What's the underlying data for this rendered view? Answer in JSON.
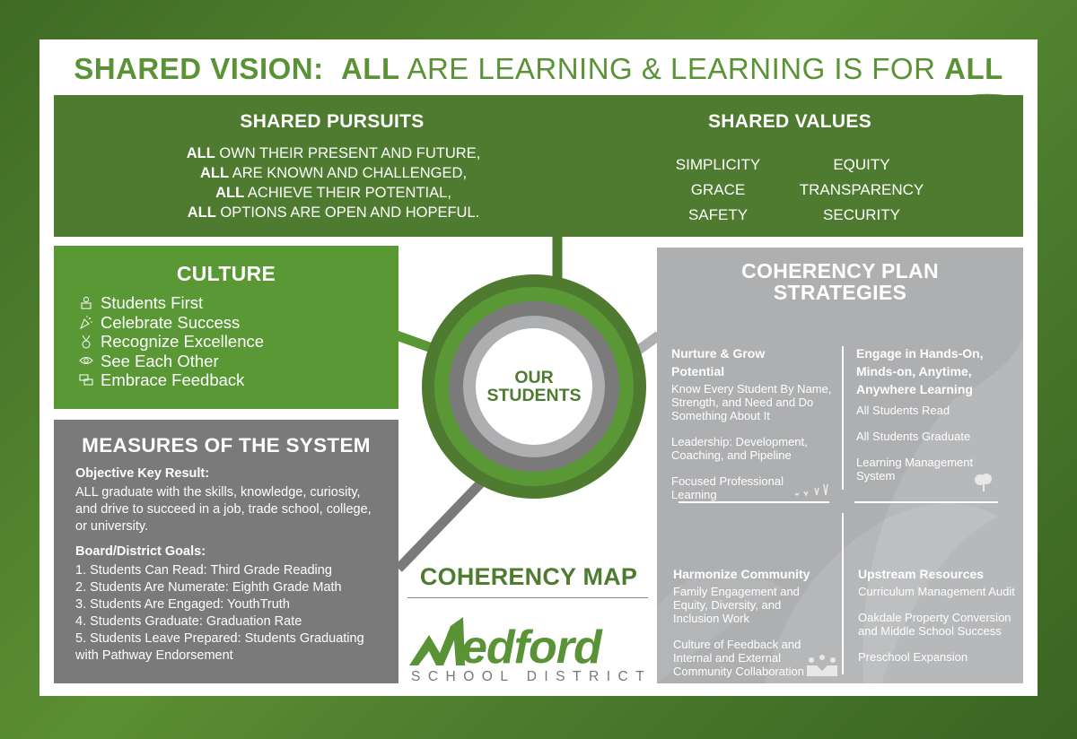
{
  "headline": {
    "prefix": "SHARED VISION:",
    "all_1": "ALL",
    "middle": "ARE LEARNING & LEARNING IS FOR",
    "all_2": "ALL"
  },
  "shared_pursuits": {
    "title": "SHARED PURSUITS",
    "lines": [
      {
        "lead": "ALL",
        "rest": " OWN THEIR PRESENT AND FUTURE,"
      },
      {
        "lead": "ALL",
        "rest": " ARE KNOWN AND CHALLENGED,"
      },
      {
        "lead": "ALL",
        "rest": " ACHIEVE THEIR POTENTIAL,"
      },
      {
        "lead": "ALL",
        "rest": " OPTIONS ARE OPEN AND HOPEFUL."
      }
    ]
  },
  "shared_values": {
    "title": "SHARED VALUES",
    "items": [
      "SIMPLICITY",
      "EQUITY",
      "GRACE",
      "TRANSPARENCY",
      "SAFETY",
      "SECURITY"
    ]
  },
  "culture": {
    "title": "CULTURE",
    "items": [
      {
        "label": "Students First",
        "icon": "student-icon"
      },
      {
        "label": "Celebrate Success",
        "icon": "party-popper-icon"
      },
      {
        "label": "Recognize Excellence",
        "icon": "medal-icon"
      },
      {
        "label": "See Each Other",
        "icon": "eye-icon"
      },
      {
        "label": "Embrace Feedback",
        "icon": "chat-bubbles-icon"
      }
    ]
  },
  "measures": {
    "title": "MEASURES OF THE SYSTEM",
    "okr_label": "Objective Key Result:",
    "okr_text": "ALL graduate with the skills, knowledge, curiosity, and drive to succeed in a job, trade school, college, or university.",
    "goals_label": "Board/District Goals:",
    "goals": [
      "1. Students Can Read: Third Grade Reading",
      "2. Students Are Numerate: Eighth Grade Math",
      "3. Students Are Engaged: YouthTruth",
      "4. Students Graduate: Graduation Rate",
      "5. Students Leave Prepared: Students Graduating with Pathway Endorsement"
    ]
  },
  "center": {
    "line1": "OUR",
    "line2": "STUDENTS"
  },
  "map": {
    "title": "COHERENCY MAP",
    "logo_word": "edford",
    "logo_sub": "SCHOOL DISTRICT"
  },
  "strategies": {
    "title_1": "COHERENCY PLAN",
    "title_2": "STRATEGIES",
    "quadrants": [
      {
        "heading": "Nurture & Grow Potential",
        "items": [
          "Know Every Student By Name, Strength, and Need and Do Something About It",
          "Leadership: Development, Coaching, and Pipeline",
          "Focused Professional Learning"
        ],
        "icon": "sprouts-icon"
      },
      {
        "heading": "Engage in Hands-On, Minds-on, Anytime, Anywhere Learning",
        "items": [
          "All Students Read",
          "All Students Graduate",
          "Learning Management System"
        ],
        "icon": "brain-tree-icon"
      },
      {
        "heading": "Harmonize Community",
        "items": [
          "Family Engagement and Equity, Diversity, and Inclusion Work",
          "Culture of Feedback and Internal and External Community Collaboration"
        ],
        "icon": "community-icon"
      },
      {
        "heading": "Upstream Resources",
        "items": [
          "Curriculum Management Audit",
          "Oakdale Property Conversion and Middle School Success",
          "Preschool Expansion"
        ],
        "icon": "gears-magnifier-icon"
      }
    ]
  },
  "colors": {
    "dark_green": "#4e7b2f",
    "bright_green": "#5a9836",
    "dark_gray": "#7a7a7a",
    "light_gray": "#aeafb1",
    "headline_green": "#5a9236"
  }
}
